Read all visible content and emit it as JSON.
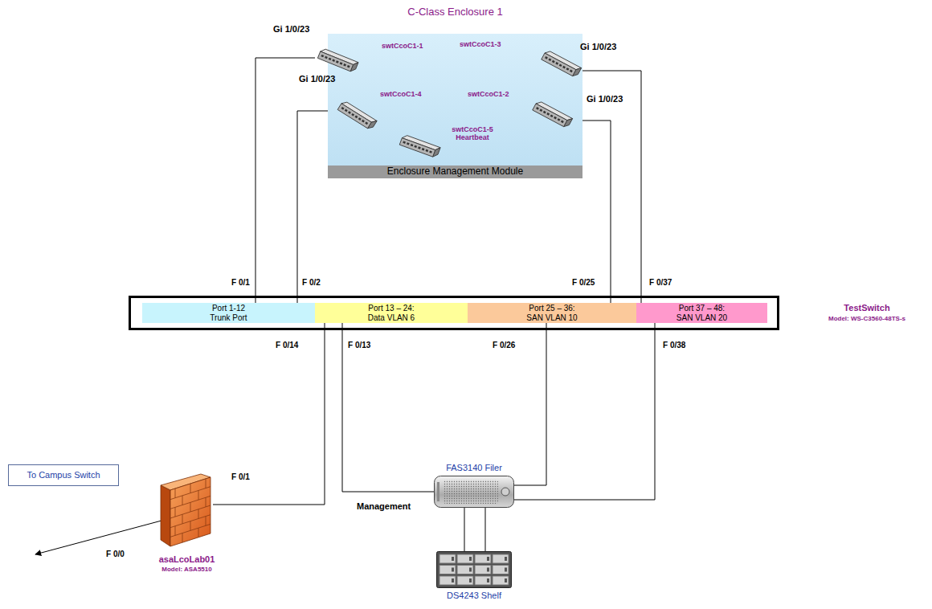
{
  "diagram": {
    "nodes": [
      {
        "text": [
          "C-Class Enclosure 1"
        ]
      },
      {
        "text": [
          "swtCcoC1-1"
        ],
        "in": 0
      },
      {
        "text": [
          "swtCcoC1-3"
        ],
        "in": 0
      },
      {
        "text": [
          "swtCcoC1-4"
        ],
        "in": 0
      },
      {
        "text": [
          "swtCcoC1-2"
        ],
        "in": 0
      },
      {
        "text": [
          "swtCcoC1-5 Heartbeat"
        ],
        "in": 0
      },
      {
        "text": [
          "Enclosure Management Module"
        ],
        "in": 0
      },
      {
        "text": [
          "TestSwitch",
          "Model: WS-C3560-48TS-s"
        ]
      },
      {
        "text": [
          "Port 1-12 Trunk Port"
        ],
        "in": 7
      },
      {
        "text": [
          "Port 13 – 24: Data VLAN 6"
        ],
        "in": 7
      },
      {
        "text": [
          "Port 25 – 36: SAN VLAN 10"
        ],
        "in": 7
      },
      {
        "text": [
          "Port 37 – 48: SAN VLAN 20"
        ],
        "in": 7
      },
      {
        "text": [
          "To Campus Switch"
        ]
      },
      {
        "text": [
          "asaLcoLab01",
          "Model: ASA5510"
        ]
      },
      {
        "text": [
          "FAS3140 Filer"
        ]
      },
      {
        "text": [
          "DS4243 Shelf"
        ]
      }
    ],
    "edges": [
      {
        "from": 1,
        "to": 8,
        "arrow": "none"
      },
      {
        "from": 3,
        "to": 8,
        "arrow": "none"
      },
      {
        "from": 4,
        "to": 10,
        "arrow": "none"
      },
      {
        "from": 2,
        "to": 11,
        "arrow": "none"
      },
      {
        "from": 9,
        "to": 13,
        "arrow": "none"
      },
      {
        "from": 9,
        "to": 14,
        "arrow": "none"
      },
      {
        "from": 10,
        "to": 14,
        "arrow": "none"
      },
      {
        "from": 11,
        "to": 14,
        "arrow": "none"
      },
      {
        "from": 14,
        "to": 15,
        "arrow": "none"
      },
      {
        "from": 14,
        "to": 15,
        "arrow": "none"
      }
    ],
    "labels": [
      "Gi 1/0/23",
      "Gi 1/0/23",
      "Gi 1/0/23",
      "Gi 1/0/23",
      "F 0/1",
      "F 0/2",
      "F 0/25",
      "F 0/37",
      "F 0/14",
      "F 0/13",
      "F 0/26",
      "F 0/38",
      "F 0/1",
      "F 0/0",
      "Management"
    ]
  }
}
